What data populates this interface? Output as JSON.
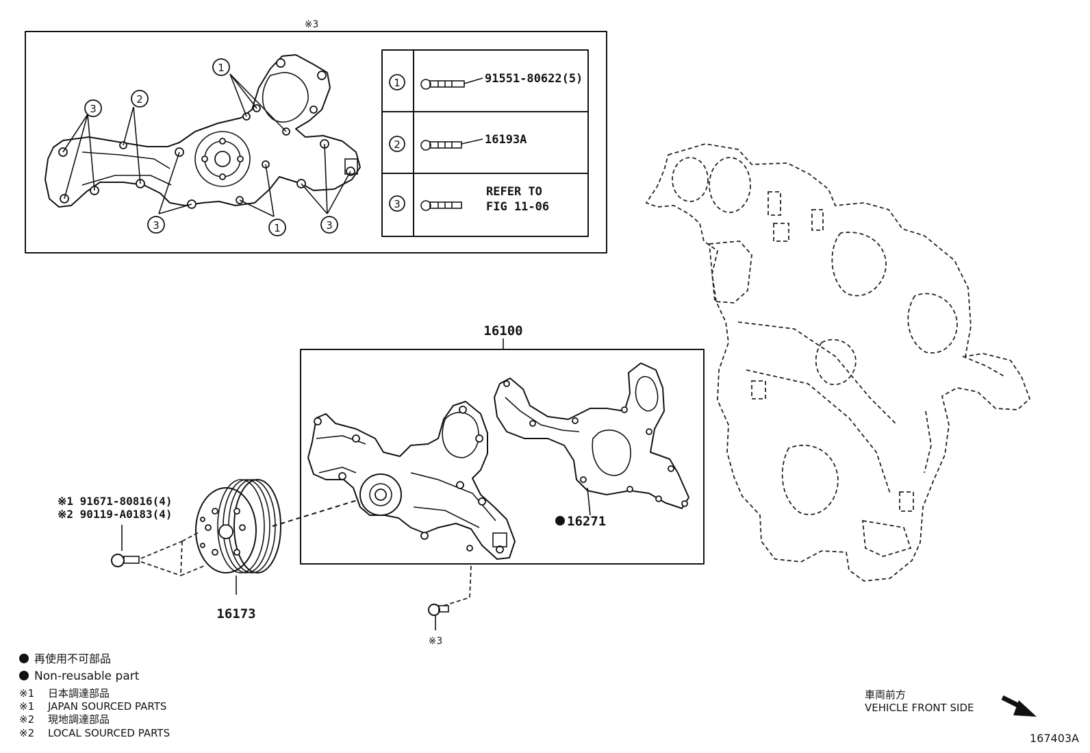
{
  "figure_id": "167403A",
  "inset": {
    "note_mark": "※3",
    "callouts": [
      "1",
      "2",
      "3"
    ],
    "bolt_table": [
      {
        "callout": "1",
        "part": "91551-80622(5)"
      },
      {
        "callout": "2",
        "part": "16193A"
      },
      {
        "callout": "3",
        "part_line1": "REFER TO",
        "part_line2": "FIG 11-06"
      }
    ]
  },
  "parts": {
    "water_pump_assy": "16100",
    "gasket": "16271",
    "pulley": "16173",
    "pulley_bolt_1": "※1 91671-80816(4)",
    "pulley_bolt_2": "※2 90119-A0183(4)",
    "lower_bolt_mark": "※3"
  },
  "legend": {
    "bullet": "●",
    "jp_nonreusable": "再使用不可部品",
    "en_nonreusable": "Non-reusable part",
    "mark1": "※1",
    "mark2": "※2",
    "jp_japan_sourced": "日本調達部品",
    "en_japan_sourced": "JAPAN SOURCED PARTS",
    "jp_local_sourced": "現地調達部品",
    "en_local_sourced": "LOCAL SOURCED PARTS"
  },
  "direction": {
    "jp": "車両前方",
    "en": "VEHICLE FRONT SIDE"
  }
}
